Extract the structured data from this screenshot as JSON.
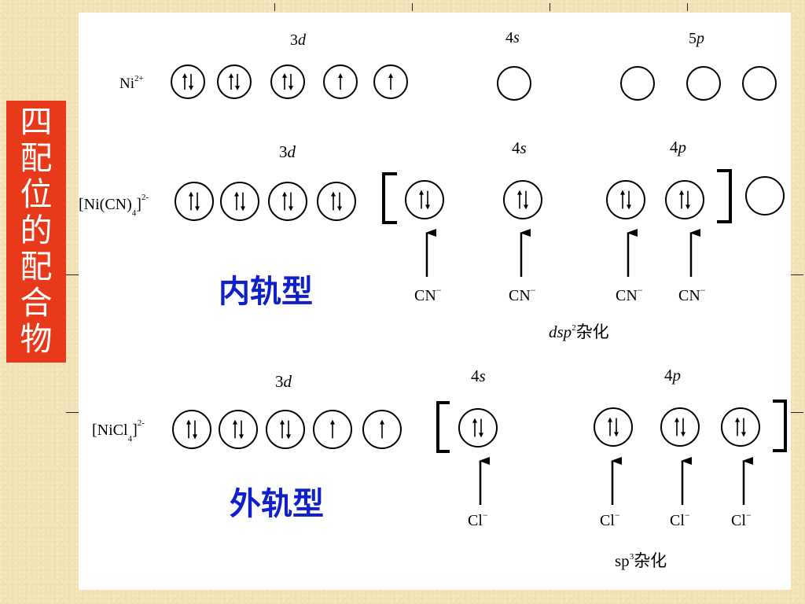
{
  "side_title": "四配位的配合物",
  "ni2": {
    "species": "Ni",
    "charge": "2+",
    "orbitals": [
      "3d",
      "4s",
      "5p"
    ]
  },
  "cn_complex": {
    "species_open": "[Ni(CN)",
    "subscript": "4",
    "species_close": "]",
    "charge": "2-",
    "orbitals": [
      "3d",
      "4s",
      "4p"
    ],
    "ligand": "CN",
    "ligand_charge": "−",
    "type_label": "内轨型",
    "hybrid_prefix": "dsp",
    "hybrid_sup": "2",
    "hybrid_suffix": "杂化"
  },
  "cl_complex": {
    "species_open": "[NiCl",
    "subscript": "4",
    "species_close": "]",
    "charge": "2-",
    "orbitals": [
      "3d",
      "4s",
      "4p"
    ],
    "ligand": "Cl",
    "ligand_charge": "−",
    "type_label": "外轨型",
    "hybrid_prefix": "sp",
    "hybrid_sup": "3",
    "hybrid_suffix": "杂化"
  }
}
